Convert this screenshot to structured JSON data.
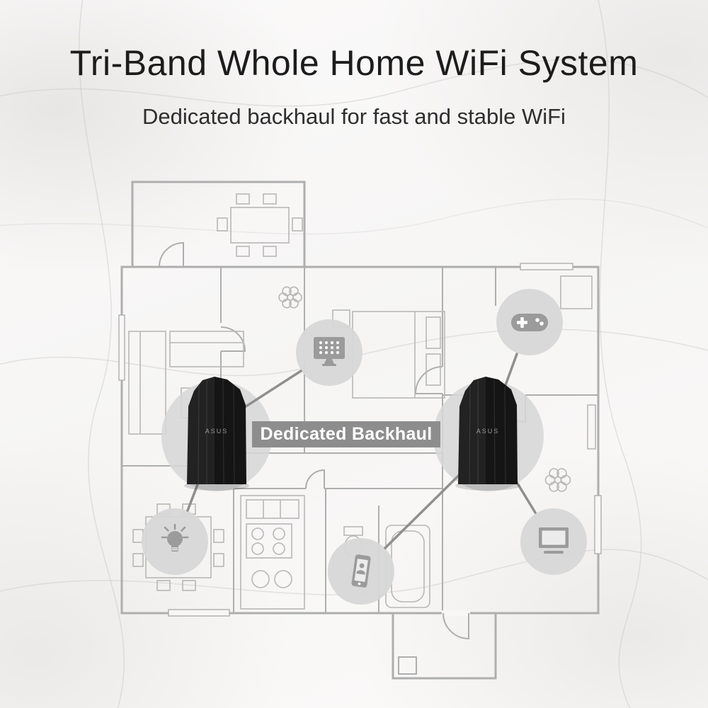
{
  "title": "Tri-Band Whole Home WiFi System",
  "subtitle": "Dedicated backhaul for fast and stable WiFi",
  "backhaul_label": "Dedicated Backhaul",
  "router_brand": "ASUS",
  "routers": [
    {
      "name": "mesh-router-1"
    },
    {
      "name": "mesh-router-2"
    }
  ],
  "devices": [
    {
      "name": "smart-tv",
      "icon": "tv-icon"
    },
    {
      "name": "game-console",
      "icon": "game-controller-icon"
    },
    {
      "name": "smart-light",
      "icon": "light-bulb-icon"
    },
    {
      "name": "smartphone",
      "icon": "smartphone-icon"
    },
    {
      "name": "laptop",
      "icon": "laptop-icon"
    }
  ],
  "colors": {
    "title": "#1c1c1c",
    "subtitle": "#2e2e2e",
    "floorplan_line": "#aeaeae",
    "device_circle": "#d7d7d7",
    "device_icon": "#9b9b9b",
    "connection_line": "#8f8f8f",
    "router_body": "#151515",
    "backhaul_banner": "#8d8d8d",
    "backhaul_text": "#ffffff",
    "background": "#f8f7f6"
  }
}
